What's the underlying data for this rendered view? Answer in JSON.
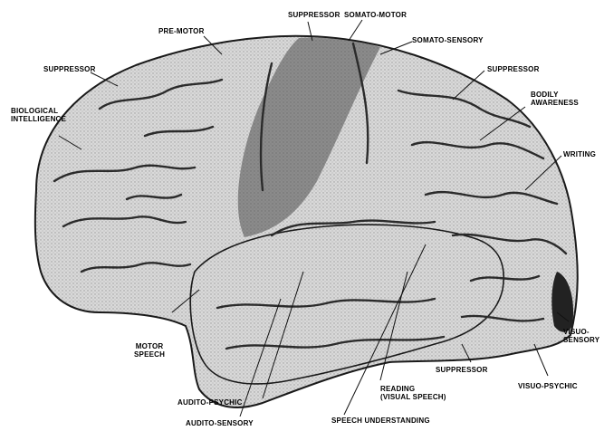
{
  "labels": {
    "suppressor_top": "SUPPRESSOR",
    "somato_motor": "SOMATO-MOTOR",
    "pre_motor": "PRE-MOTOR",
    "somato_sensory": "SOMATO-SENSORY",
    "suppressor_left": "SUPPRESSOR",
    "suppressor_right": "SUPPRESSOR",
    "biological_intelligence_1": "BIOLOGICAL",
    "biological_intelligence_2": "INTELLIGENCE",
    "bodily_awareness_1": "BODILY",
    "bodily_awareness_2": "AWARENESS",
    "writing": "WRITING",
    "motor_speech_1": "MOTOR",
    "motor_speech_2": "SPEECH",
    "visuo_sensory_1": "VISUO-",
    "visuo_sensory_2": "SENSORY",
    "suppressor_bottom": "SUPPRESSOR",
    "visuo_psychic": "VISUO-PSYCHIC",
    "reading": "READING",
    "visual_speech": "(VISUAL SPEECH)",
    "audito_psychic": "AUDITO-PSYCHIC",
    "audito_sensory": "AUDITO-SENSORY",
    "speech_understanding": "SPEECH UNDERSTANDING"
  },
  "colors": {
    "cortex_fill": "#c9c9c9",
    "sulcus": "#2b2b2b",
    "strip_dark": "#4a4a4a",
    "leader": "#111111",
    "outline": "#1a1a1a"
  }
}
